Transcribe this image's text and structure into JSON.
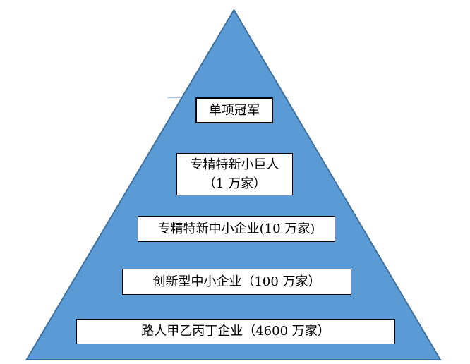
{
  "diagram": {
    "type": "pyramid",
    "description": "Enterprise cultivation pyramid with five tiers from ordinary enterprises at the base to single champions at the apex",
    "levels": [
      {
        "name": "single-champion",
        "lines": [
          "单项冠军"
        ]
      },
      {
        "name": "little-giant",
        "lines": [
          "专精特新小巨人",
          "（1 万家）"
        ],
        "count": "1 万家"
      },
      {
        "name": "srdi-sme",
        "lines": [
          "专精特新中小企业(10 万家)"
        ],
        "count": "10 万家"
      },
      {
        "name": "innovative-sme",
        "lines": [
          "创新型中小企业（100 万家）"
        ],
        "count": "100 万家"
      },
      {
        "name": "ordinary-enterprise",
        "lines": [
          "路人甲乙丙丁企业（4600 万家）"
        ],
        "count": "4600 万家"
      }
    ]
  },
  "colors": {
    "pyramid_fill": "#5b9bd5",
    "pyramid_border": "#41719c",
    "accent_line": "#a8c6e8",
    "label_box_bg": "#ffffff",
    "label_box_border": "#000000",
    "text": "#000000"
  }
}
